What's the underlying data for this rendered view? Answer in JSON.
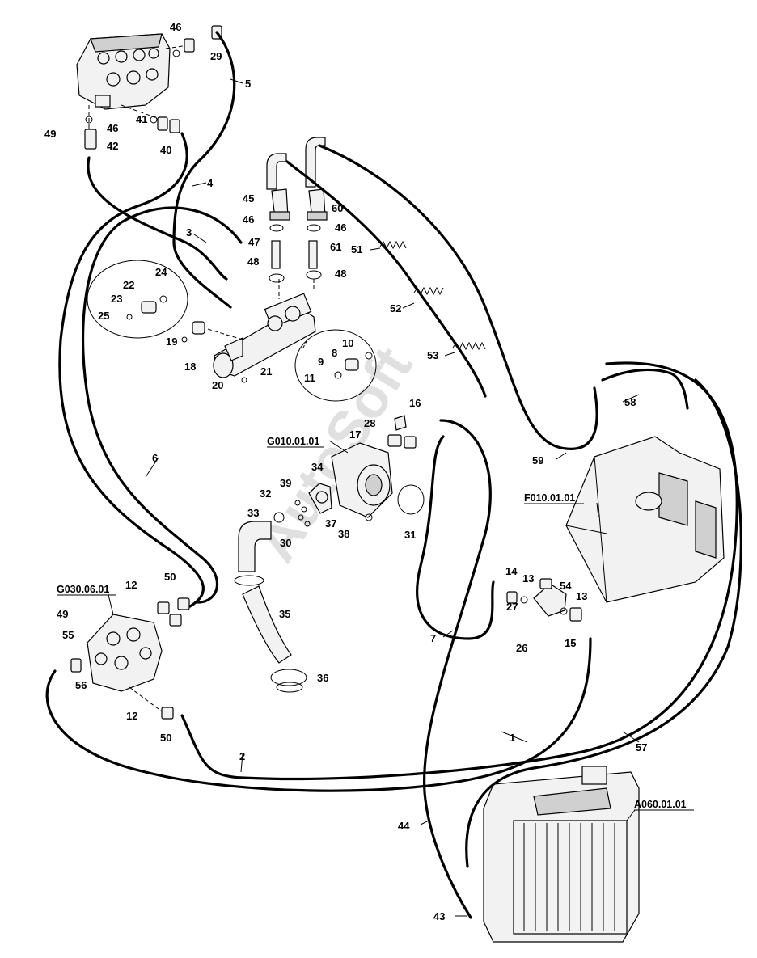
{
  "watermark": "AutoSoft",
  "refs": {
    "g010": "G010.01.01",
    "g030": "G030.06.01",
    "f010": "F010.01.01",
    "a060": "A060.01.01"
  },
  "callouts": {
    "c1": "1",
    "c2": "2",
    "c3": "3",
    "c4": "4",
    "c5": "5",
    "c6": "6",
    "c7": "7",
    "c8": "8",
    "c9": "9",
    "c10": "10",
    "c11": "11",
    "c12a": "12",
    "c12b": "12",
    "c13a": "13",
    "c13b": "13",
    "c14": "14",
    "c15": "15",
    "c16": "16",
    "c17": "17",
    "c18": "18",
    "c19": "19",
    "c20": "20",
    "c21": "21",
    "c22": "22",
    "c23": "23",
    "c24": "24",
    "c25": "25",
    "c26": "26",
    "c27": "27",
    "c28": "28",
    "c29": "29",
    "c30": "30",
    "c31": "31",
    "c32": "32",
    "c33": "33",
    "c34": "34",
    "c35": "35",
    "c36": "36",
    "c37": "37",
    "c38": "38",
    "c39": "39",
    "c40": "40",
    "c41": "41",
    "c42": "42",
    "c43": "43",
    "c44": "44",
    "c45": "45",
    "c46a": "46",
    "c46b": "46",
    "c46c": "46",
    "c46d": "46",
    "c47": "47",
    "c48a": "48",
    "c48b": "48",
    "c49a": "49",
    "c49b": "49",
    "c50a": "50",
    "c50b": "50",
    "c51": "51",
    "c52": "52",
    "c53": "53",
    "c54": "54",
    "c55": "55",
    "c56": "56",
    "c57": "57",
    "c58": "58",
    "c59": "59",
    "c60": "60",
    "c61": "61"
  }
}
